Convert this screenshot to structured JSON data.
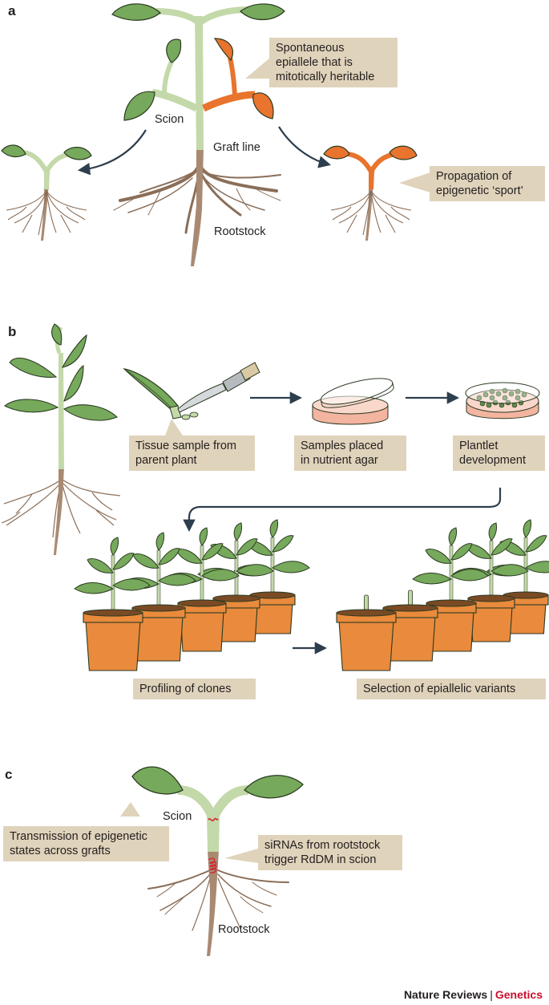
{
  "panels": {
    "a": {
      "letter": "a",
      "callout_epiallele": [
        "Spontaneous",
        "epiallele that is",
        "mitotically heritable"
      ],
      "callout_sport": [
        "Propagation of",
        "epigenetic ‘sport’"
      ],
      "label_scion": "Scion",
      "label_graft_line": "Graft line",
      "label_rootstock": "Rootstock"
    },
    "b": {
      "letter": "b",
      "callout_tissue": [
        "Tissue sample from",
        "parent plant"
      ],
      "callout_samples": [
        "Samples placed",
        "in nutrient agar"
      ],
      "callout_plantlet": [
        "Plantlet",
        "development"
      ],
      "callout_profiling": "Profiling of clones",
      "callout_selection": "Selection of epiallelic variants"
    },
    "c": {
      "letter": "c",
      "callout_transmission": [
        "Transmission of epigenetic",
        "states across grafts"
      ],
      "callout_sirna": [
        "siRNAs from rootstock",
        "trigger RdDM in scion"
      ],
      "label_scion": "Scion",
      "label_rootstock": "Rootstock"
    }
  },
  "footer": {
    "journal": "Nature Reviews",
    "separator": "|",
    "section": "Genetics"
  },
  "colors": {
    "leaf_green": "#76a95b",
    "leaf_dark": "#4e7a3c",
    "stem_light": "#c4d9a9",
    "root_brown": "#a88a73",
    "epiallele_orange": "#e8742d",
    "pot_orange": "#e98a3c",
    "callout_bg": "#e0d3bb",
    "arrow": "#2d3e4e",
    "genetics_red": "#c8102e"
  }
}
